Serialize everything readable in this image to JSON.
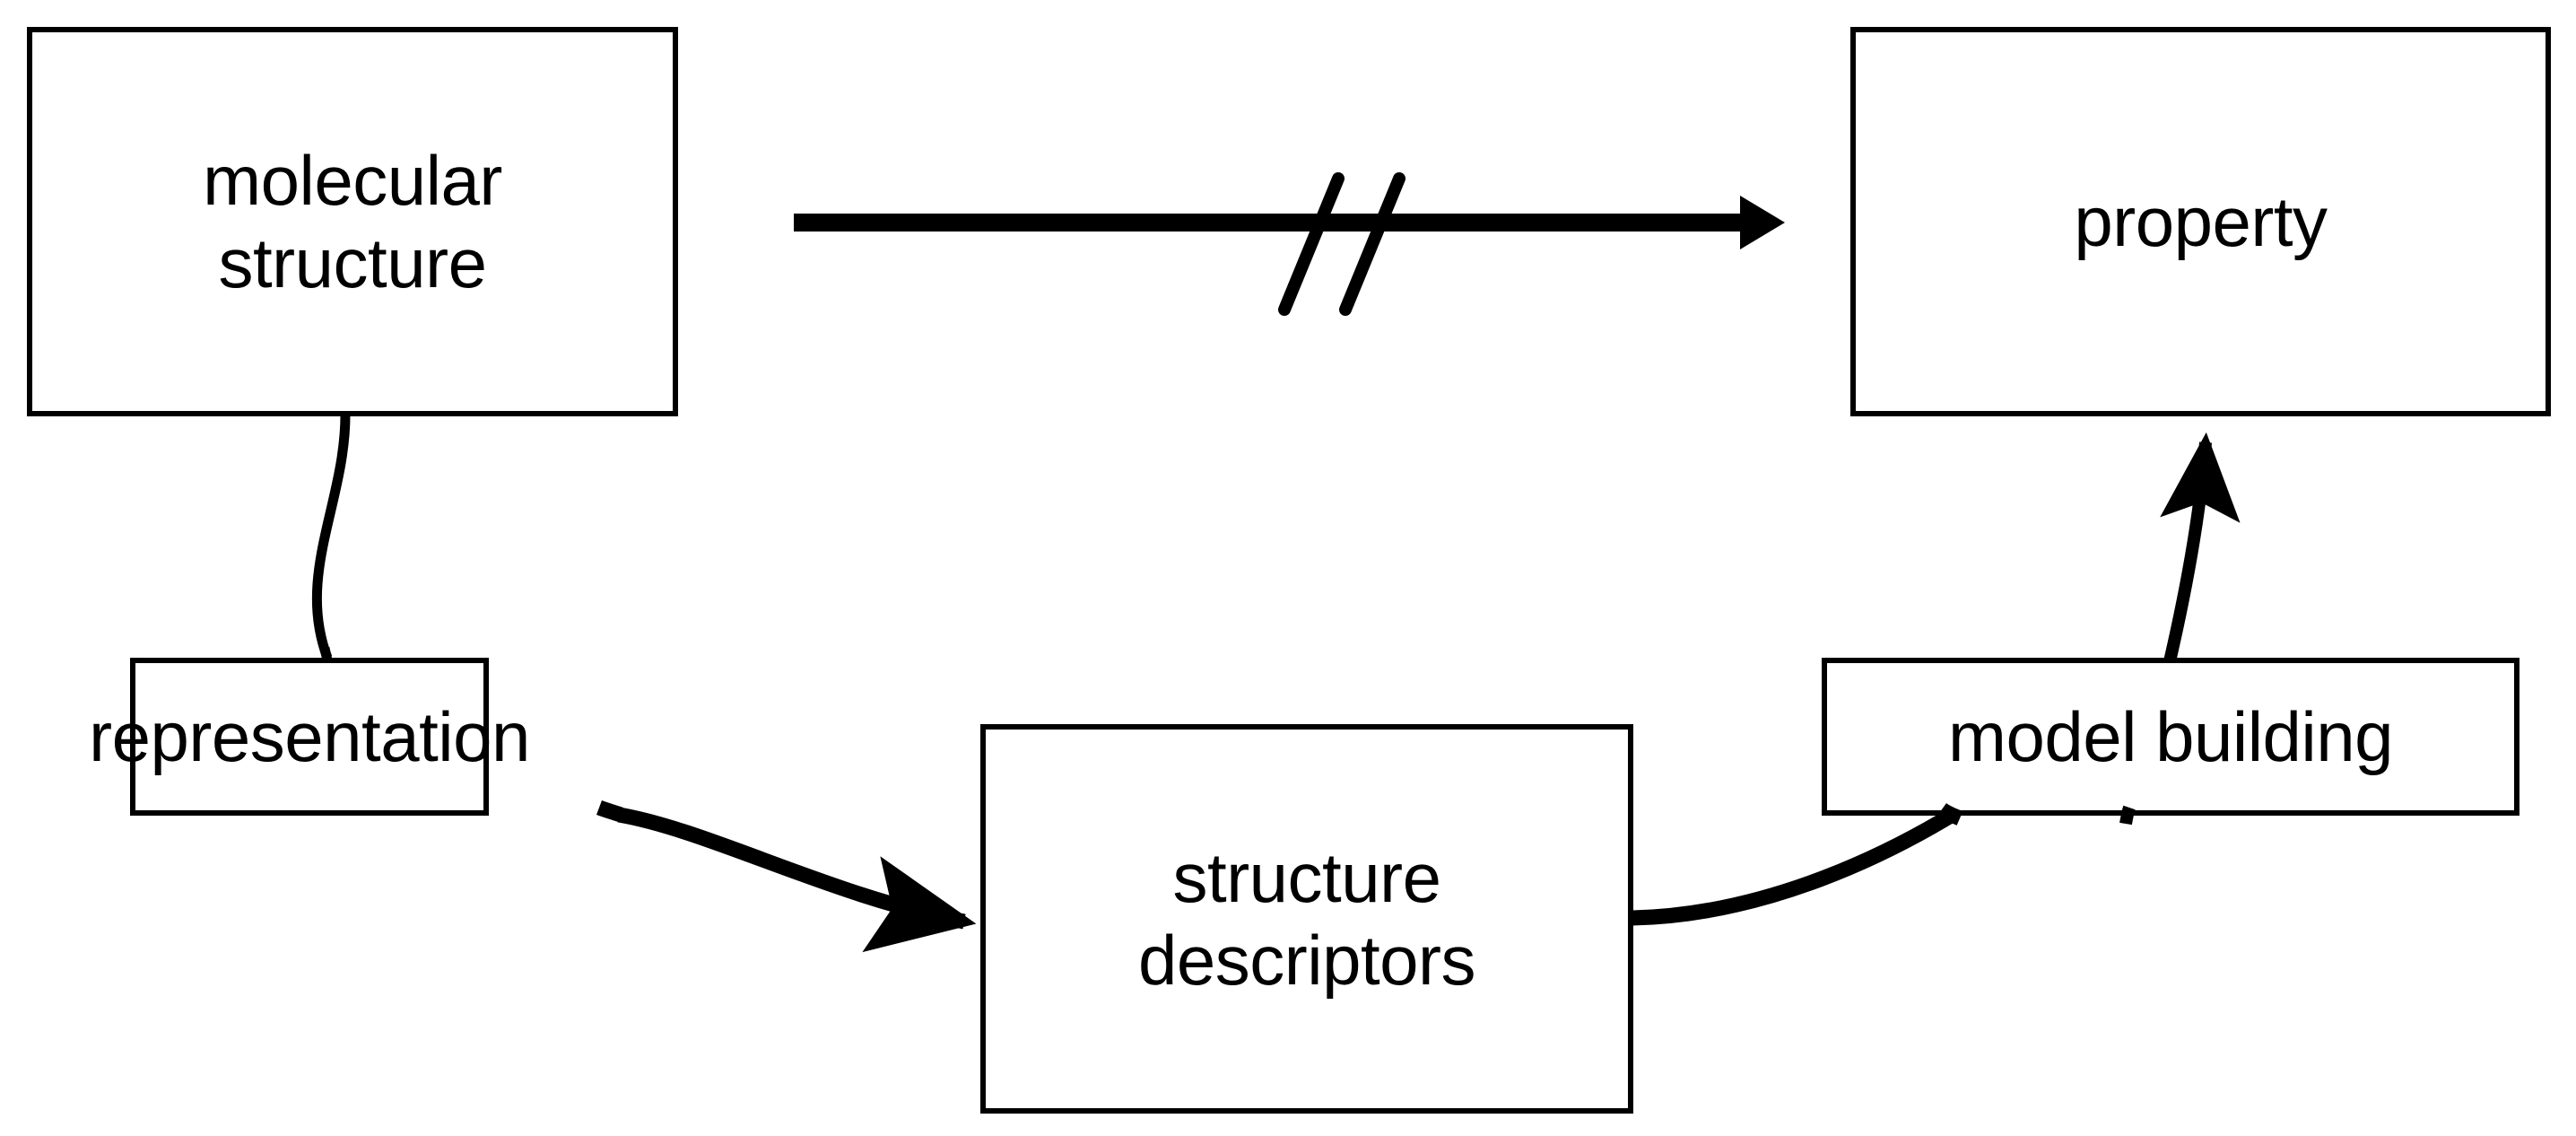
{
  "diagram": {
    "title": "QSPR workflow: molecular structure to property",
    "background_color": "#ffffff",
    "stroke_color": "#000000",
    "nodes": [
      {
        "id": "molecular-structure",
        "label": "molecular\nstructure",
        "shape": "rectangle"
      },
      {
        "id": "property",
        "label": "property",
        "shape": "rectangle"
      },
      {
        "id": "representation",
        "label": "representation",
        "shape": "rectangle"
      },
      {
        "id": "structure-descriptors",
        "label": "structure\ndescriptors",
        "shape": "rectangle"
      },
      {
        "id": "model-building",
        "label": "model building",
        "shape": "rectangle"
      }
    ],
    "edges": [
      {
        "id": "molecular-structure-to-property",
        "from": "molecular-structure",
        "to": "property",
        "style": "straight-arrow-crossed-out",
        "annotation": "double-slash / not-direct"
      },
      {
        "id": "molecular-structure-to-representation",
        "from": "molecular-structure",
        "to": "representation",
        "style": "curve-plain"
      },
      {
        "id": "representation-to-structure-descriptors",
        "from": "representation",
        "to": "structure-descriptors",
        "style": "curve-arrow"
      },
      {
        "id": "structure-descriptors-to-model-building",
        "from": "structure-descriptors",
        "to": "model-building",
        "style": "curve-plain"
      },
      {
        "id": "model-building-to-property",
        "from": "model-building",
        "to": "property",
        "style": "curve-arrow"
      }
    ]
  },
  "icons": {
    "crossed_out": "double-slash-icon",
    "arrow_head": "arrow-head-icon"
  }
}
